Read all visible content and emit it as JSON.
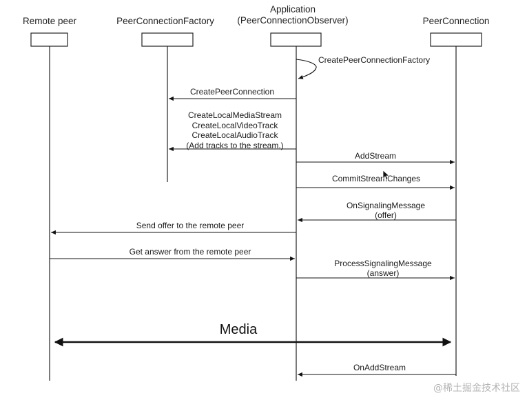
{
  "actors": {
    "remote_peer": {
      "label": "Remote peer"
    },
    "factory": {
      "label": "PeerConnectionFactory"
    },
    "application": {
      "line1": "Application",
      "line2": "(PeerConnectionObserver)"
    },
    "peer_connection": {
      "label": "PeerConnection"
    }
  },
  "messages": {
    "create_factory": "CreatePeerConnectionFactory",
    "create_pc": "CreatePeerConnection",
    "create_media": [
      "CreateLocalMediaStream",
      "CreateLocalVideoTrack",
      "CreateLocalAudioTrack",
      "(Add tracks to the stream.)"
    ],
    "add_stream": "AddStream",
    "commit": "CommitStreamChanges",
    "on_signaling": [
      "OnSignalingMessage",
      "(offer)"
    ],
    "send_offer": "Send offer to the remote peer",
    "get_answer": "Get answer from the remote peer",
    "process_signaling": [
      "ProcessSignalingMessage",
      "(answer)"
    ],
    "media": "Media",
    "on_add_stream": "OnAddStream"
  },
  "watermark": "@稀土掘金技术社区"
}
